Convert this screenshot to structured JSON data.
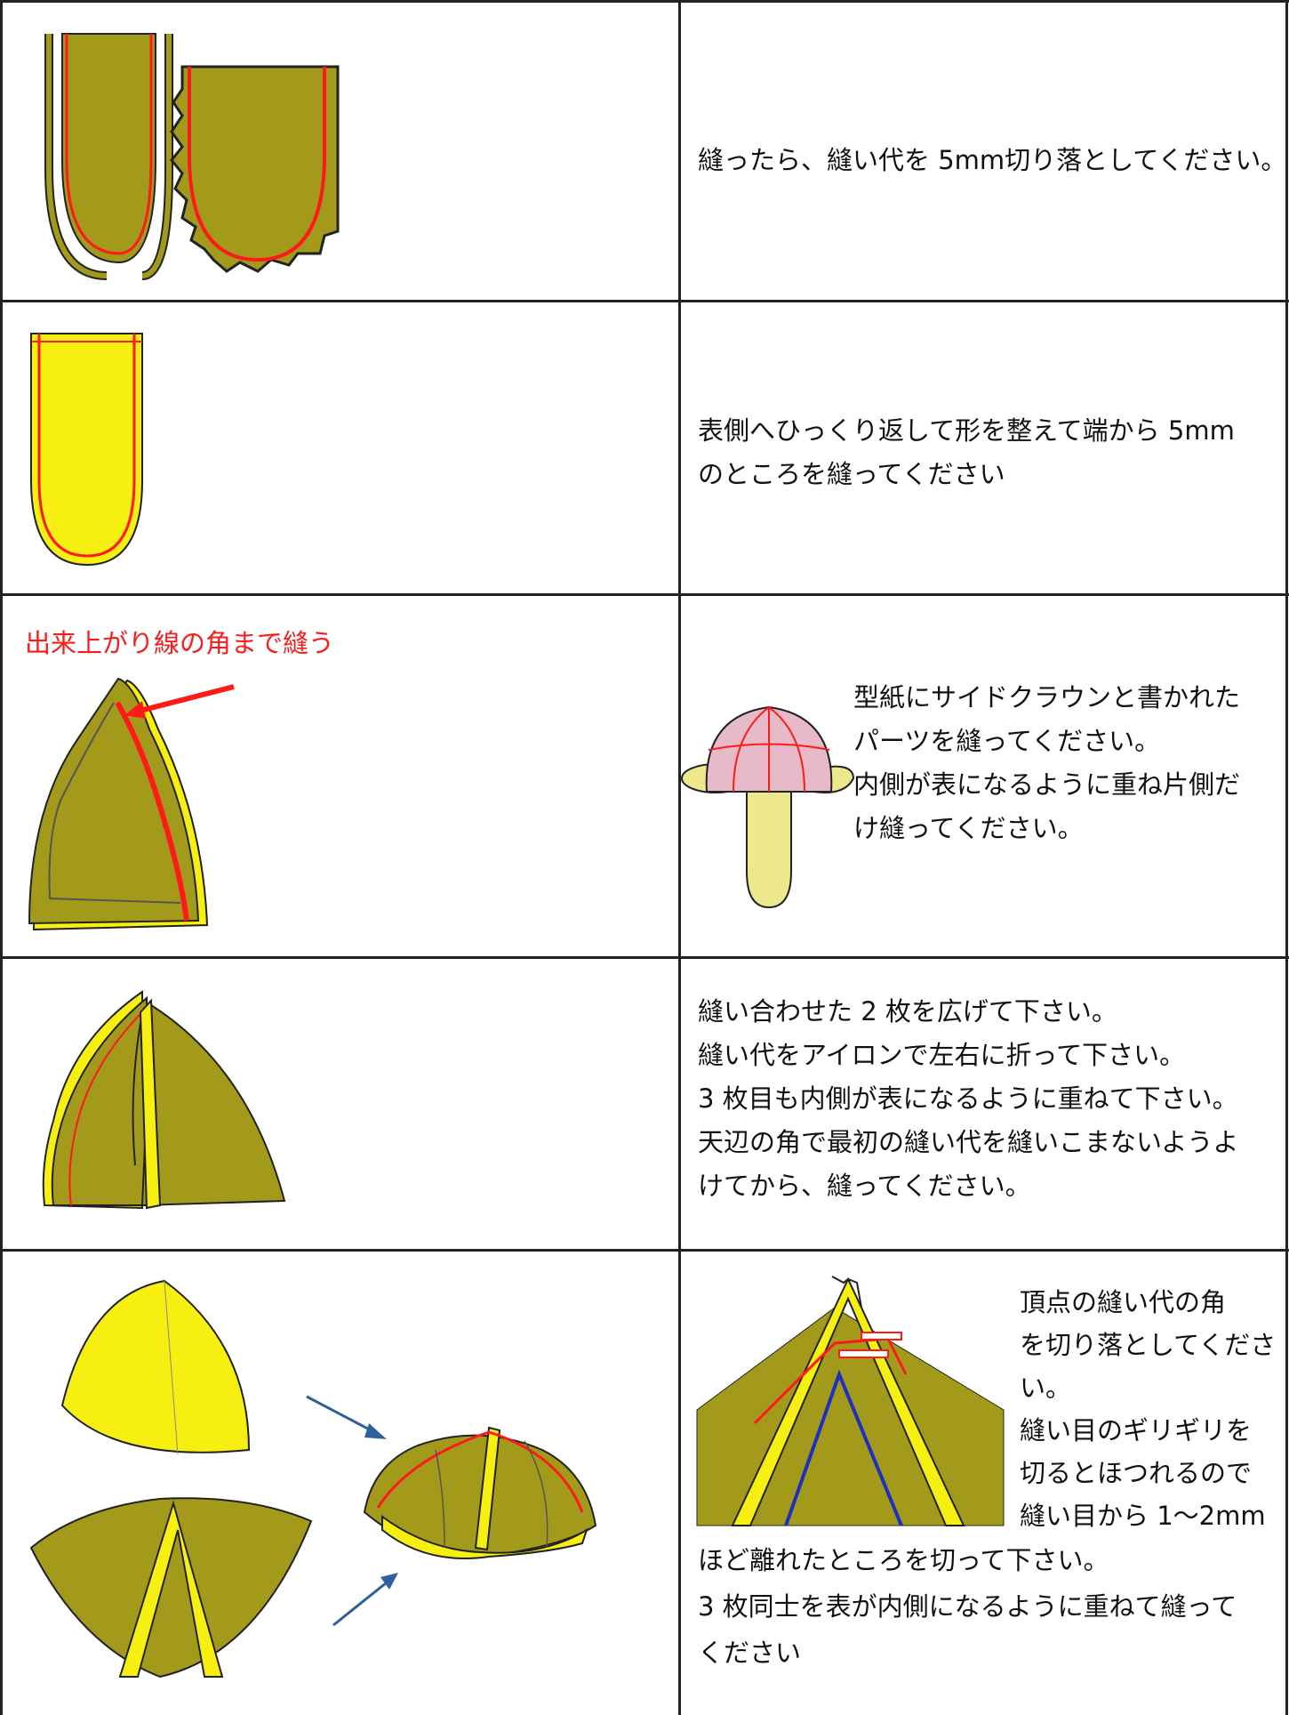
{
  "rows": [
    {
      "id": "trim",
      "text": "縫ったら、縫い代を 5mm切り落としてください。"
    },
    {
      "id": "topstitch",
      "text": "表側へひっくり返して形を整えて端から 5mm\nのところを縫ってください"
    },
    {
      "id": "side-crown",
      "label": "出来上がり線の角まで縫う",
      "text": "型紙にサイドクラウンと書かれた\nパーツを縫ってください。\n内側が表になるように重ね片側だ\nけ縫ってください。"
    },
    {
      "id": "third-panel",
      "text": "縫い合わせた 2 枚を広げて下さい。\n縫い代をアイロンで左右に折って下さい。\n3 枚目も内側が表になるように重ねて下さい。\n天辺の角で最初の縫い代を縫いこまないようよ\nけてから、縫ってください。"
    },
    {
      "id": "apex",
      "text_side": "頂点の縫い代の角\nを切り落としてくださ\nい。\n縫い目のギリギリを\n切るとほつれるので\n縫い目から 1～2mm",
      "text_below": "ほど離れたところを切って下さい。\n3 枚同士を表が内側になるように重ねて縫って\nください"
    }
  ],
  "colors": {
    "olive": "#a39a1b",
    "yellow": "#f7ee12",
    "stitch": "#ff1a1a",
    "arrow": "#2f5f9e",
    "blue": "#1f2fbf",
    "pink": "#e8b9c8"
  }
}
